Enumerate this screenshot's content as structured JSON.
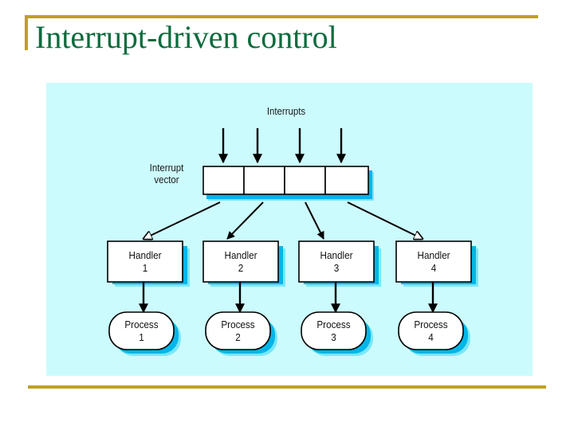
{
  "slide": {
    "title": "Interrupt-driven control",
    "title_color": "#0a6b3d",
    "rule_color": "#bfa024",
    "background": "#ffffff"
  },
  "figure": {
    "panel_color": "#ccfbfd",
    "node_fill": "#ffffff",
    "node_border": "#000000",
    "shadow_color": "#00b6e8",
    "shadow_color_light": "#79e7fb",
    "arrow_color": "#000000",
    "labels": {
      "interrupts": "Interrupts",
      "interrupt_vector_line1": "Interrupt",
      "interrupt_vector_line2": "vector"
    },
    "vector_slots": [
      {
        "index": 1,
        "label": ""
      },
      {
        "index": 2,
        "label": ""
      },
      {
        "index": 3,
        "label": ""
      },
      {
        "index": 4,
        "label": ""
      }
    ],
    "handlers": [
      {
        "line1": "Handler",
        "line2": "1"
      },
      {
        "line1": "Handler",
        "line2": "2"
      },
      {
        "line1": "Handler",
        "line2": "3"
      },
      {
        "line1": "Handler",
        "line2": "4"
      }
    ],
    "processes": [
      {
        "line1": "Process",
        "line2": "1"
      },
      {
        "line1": "Process",
        "line2": "2"
      },
      {
        "line1": "Process",
        "line2": "3"
      },
      {
        "line1": "Process",
        "line2": "4"
      }
    ]
  }
}
